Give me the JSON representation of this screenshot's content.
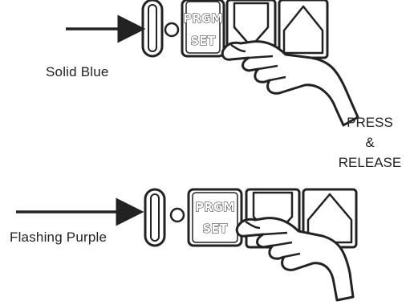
{
  "panels": [
    {
      "indicator_label": "Solid Blue",
      "button_top": "PRGM",
      "button_bottom": "SET"
    },
    {
      "indicator_label": "Flashing Purple",
      "button_top": "PRGM",
      "button_bottom": "SET"
    }
  ],
  "instruction": {
    "line1": "PRESS",
    "line2": "&",
    "line3": "RELEASE"
  },
  "icons": [
    "arrow-icon",
    "led-icon",
    "slot-icon",
    "down-arrow-button-icon",
    "up-arrow-button-icon",
    "pointing-hand-icon"
  ],
  "colors": {
    "stroke": "#222222",
    "background": "#ffffff"
  }
}
